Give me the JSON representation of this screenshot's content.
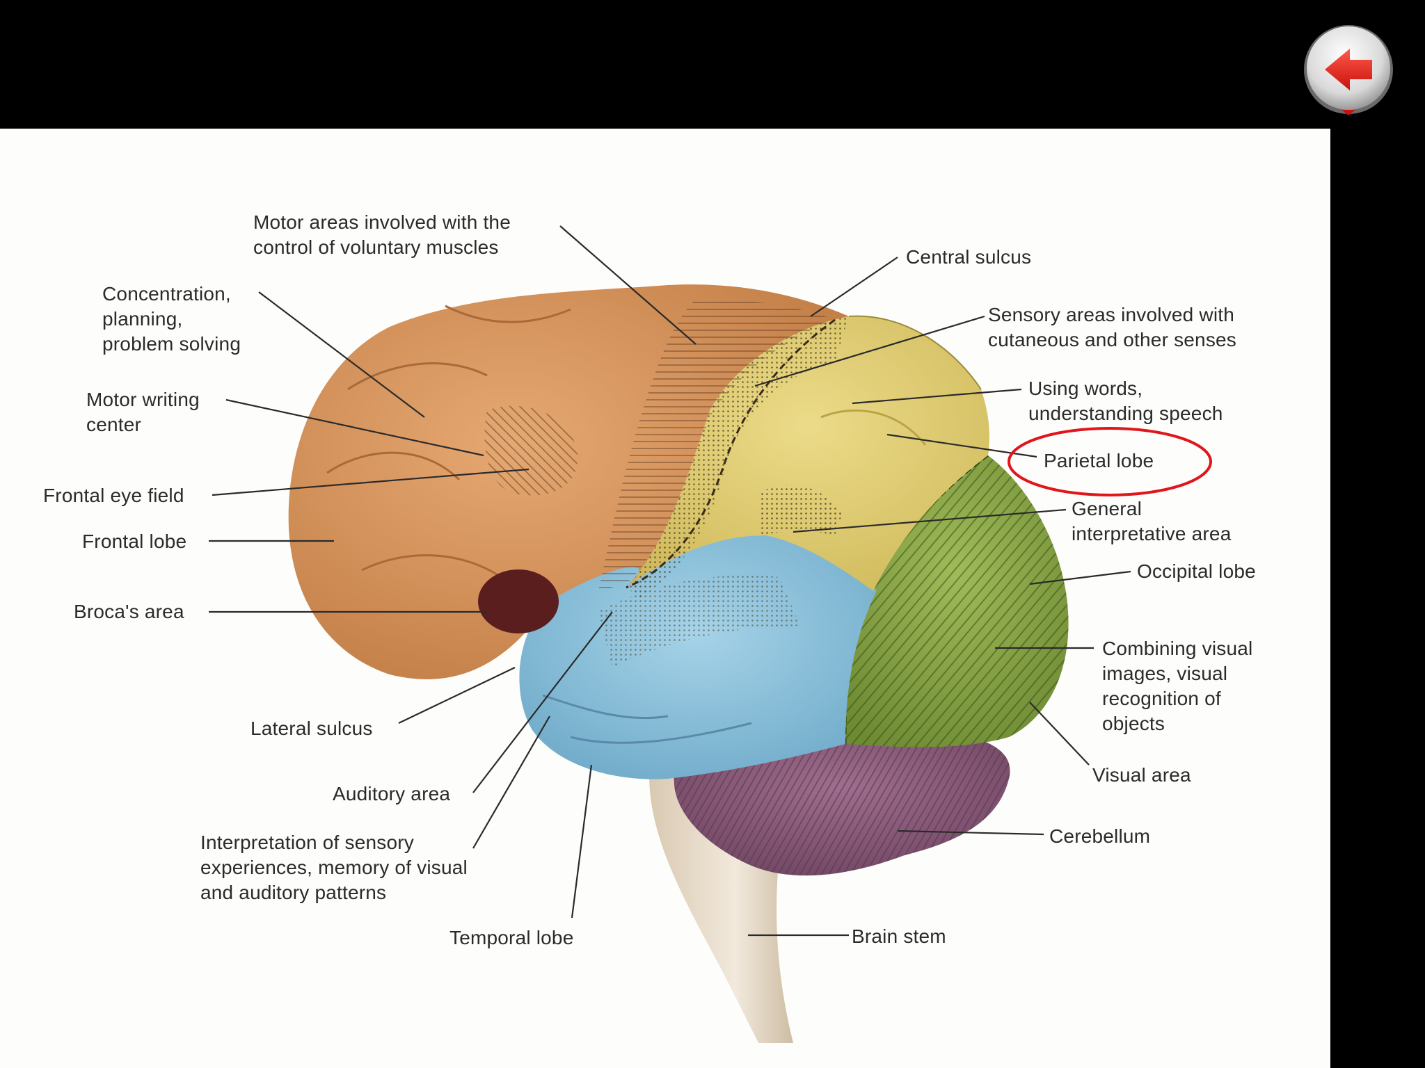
{
  "diagram": {
    "labels": {
      "motor_areas": [
        "Motor areas involved with the",
        "control of voluntary muscles"
      ],
      "concentration": [
        "Concentration,",
        "planning,",
        "problem solving"
      ],
      "motor_writing": [
        "Motor writing",
        "center"
      ],
      "frontal_eye_field": "Frontal eye field",
      "frontal_lobe": "Frontal lobe",
      "brocas_area": "Broca's area",
      "lateral_sulcus": "Lateral sulcus",
      "auditory_area": "Auditory area",
      "interpretation": [
        "Interpretation of sensory",
        "experiences, memory of visual",
        "and auditory patterns"
      ],
      "temporal_lobe": "Temporal lobe",
      "brain_stem": "Brain stem",
      "central_sulcus": "Central sulcus",
      "sensory_areas": [
        "Sensory areas involved with",
        "cutaneous and other senses"
      ],
      "using_words": [
        "Using words,",
        "understanding speech"
      ],
      "parietal_lobe": "Parietal lobe",
      "general_interpretative": [
        "General",
        "interpretative area"
      ],
      "occipital_lobe": "Occipital lobe",
      "combining_visual": [
        "Combining visual",
        "images, visual",
        "recognition of",
        "objects"
      ],
      "visual_area": "Visual area",
      "cerebellum": "Cerebellum"
    },
    "colors": {
      "frontal": "#d9955c",
      "parietal": "#e3cf74",
      "temporal": "#8fc3dc",
      "occipital": "#8ea84a",
      "cerebellum": "#8a5a78",
      "brainstem": "#e6d9c6",
      "brocas": "#5a1e1e",
      "highlight_circle": "#e0161c"
    },
    "highlighted": "parietal_lobe"
  },
  "controls": {
    "back_button_icon": "back-arrow-icon"
  }
}
